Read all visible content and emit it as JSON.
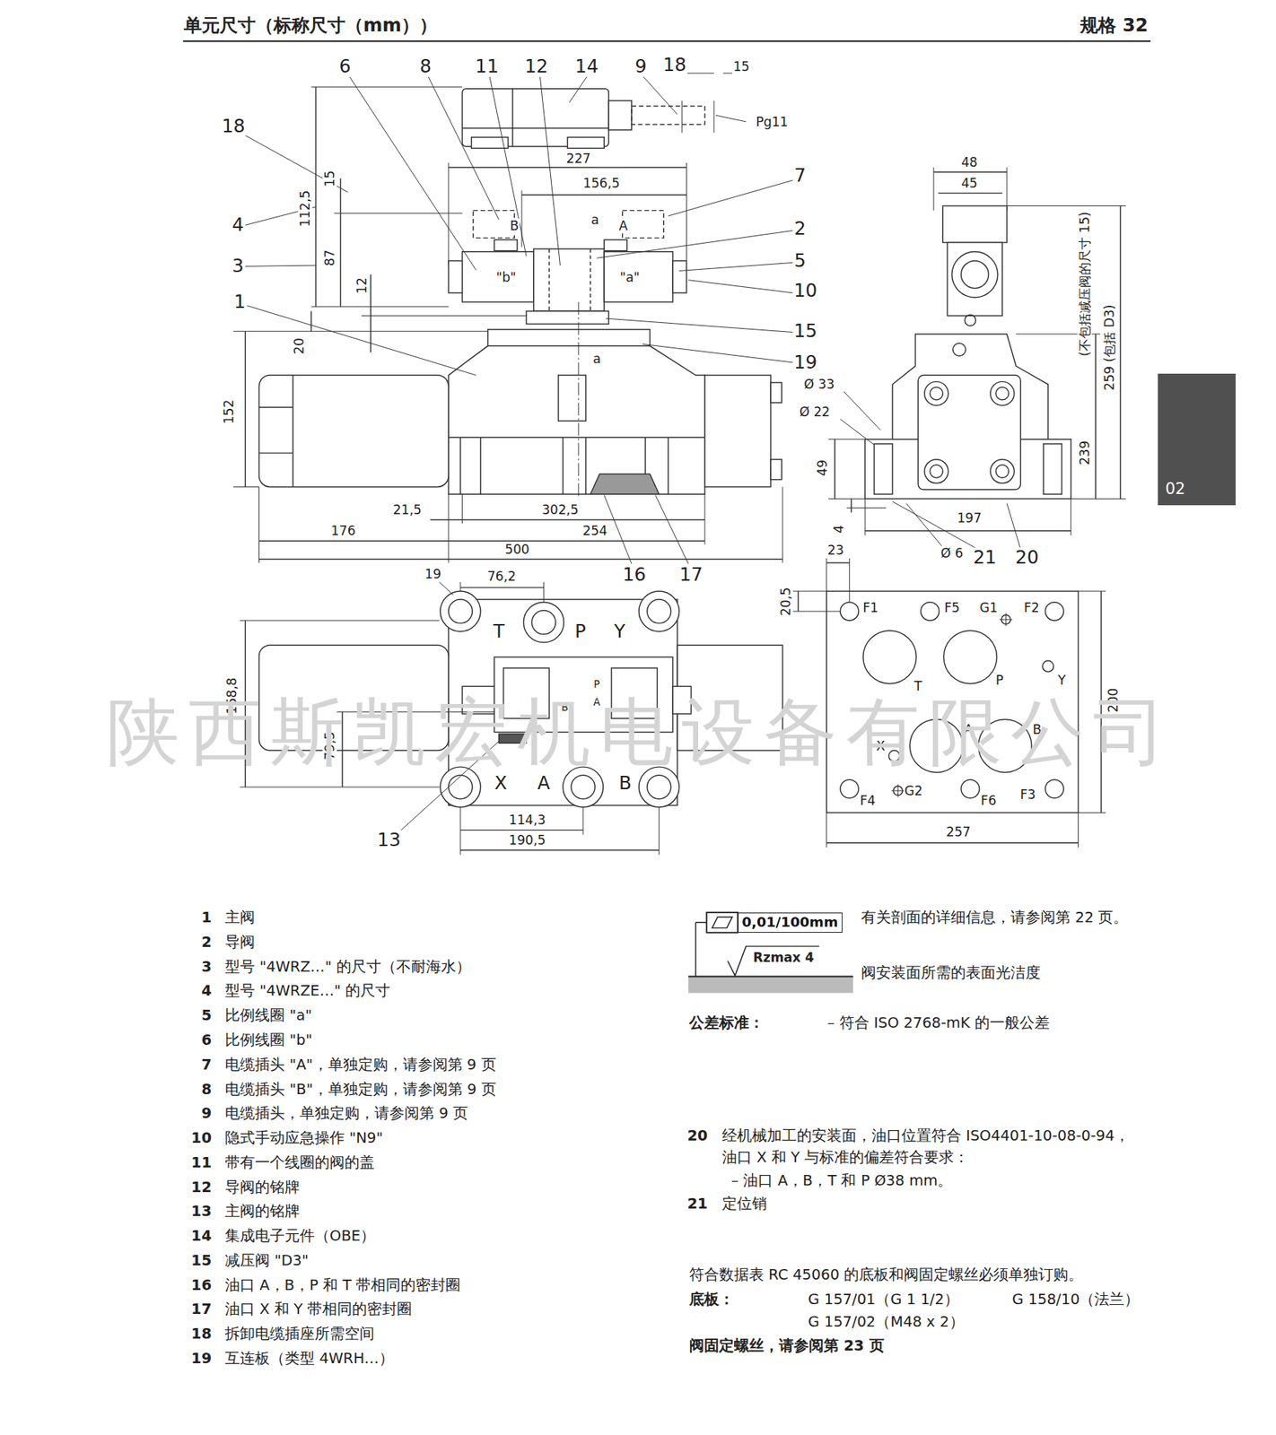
{
  "diagram": {
    "title": "单元尺寸（标称尺寸（mm））",
    "nodes": [
      {
        "text": [
          "02"
        ]
      },
      {
        "text": [
          "0,01/100mm"
        ]
      }
    ],
    "labels": [
      "规格 32",
      "6",
      "8",
      "11",
      "12",
      "14",
      "9",
      "18",
      "15",
      "Pg11",
      "227",
      "18",
      "15",
      "112,5",
      "4",
      "3",
      "87",
      "12",
      "1",
      "20",
      "152",
      "156,5",
      "B",
      "a",
      "A",
      "\"b\"",
      "\"a\"",
      "7",
      "2",
      "5",
      "10",
      "15",
      "19",
      "a",
      "21,5",
      "302,5",
      "176",
      "254",
      "500",
      "16",
      "17",
      "48",
      "45",
      "Ø 33",
      "Ø 22",
      "49",
      "4",
      "197",
      "Ø 6",
      "21",
      "20",
      "239",
      "259 (包括 D3)",
      "(不包括减压阀的尺寸 15)",
      "19",
      "76,2",
      "T",
      "P",
      "Y",
      "158,8",
      "79,5",
      "P",
      "B",
      "A",
      "X",
      "A",
      "B",
      "13",
      "114,3",
      "190,5",
      "23",
      "20,5",
      "F1",
      "F5",
      "G1",
      "F2",
      "T",
      "P",
      "Y",
      "200",
      "A",
      "B",
      "X",
      "F4",
      "G2",
      "F6",
      "F3",
      "257",
      "陕西斯凯宏机电设备有限公司",
      "1",
      "主阀",
      "2",
      "导阀",
      "3",
      "型号 \"4WRZ…\" 的尺寸（不耐海水）",
      "4",
      "型号 \"4WRZE…\" 的尺寸",
      "5",
      "比例线圈 \"a\"",
      "6",
      "比例线圈 \"b\"",
      "7",
      "电缆插头 \"A\"，单独定购，请参阅第 9 页",
      "8",
      "电缆插头 \"B\"，单独定购，请参阅第 9 页",
      "9",
      "电缆插头，单独定购，请参阅第 9 页",
      "10",
      "隐式手动应急操作 \"N9\"",
      "11",
      "带有一个线圈的阀的盖",
      "12",
      "导阀的铭牌",
      "13",
      "主阀的铭牌",
      "14",
      "集成电子元件（OBE）",
      "15",
      "减压阀 \"D3\"",
      "16",
      "油口 A，B，P 和 T 带相同的密封圈",
      "17",
      "油口 X 和 Y 带相同的密封圈",
      "18",
      "拆卸电缆插座所需空间",
      "19",
      "互连板（类型 4WRH…）",
      "有关剖面的详细信息，请参阅第 22 页。",
      "Rzmax 4",
      "阀安装面所需的表面光洁度",
      "公差标准：",
      "– 符合 ISO 2768-mK 的一般公差",
      "20",
      "经机械加工的安装面，油口位置符合 ISO4401-10-08-0-94，",
      "油口 X 和 Y 与标准的偏差符合要求：",
      "– 油口 A，B，T 和 P Ø38 mm。",
      "21",
      "定位销",
      "符合数据表 RC 45060 的底板和阀固定螺丝必须单独订购。",
      "底板：",
      "G 157/01（G 1 1/2）",
      "G 158/10（法兰）",
      "G 157/02（M48 x 2）",
      "阀固定螺丝，请参阅第 23 页"
    ]
  }
}
